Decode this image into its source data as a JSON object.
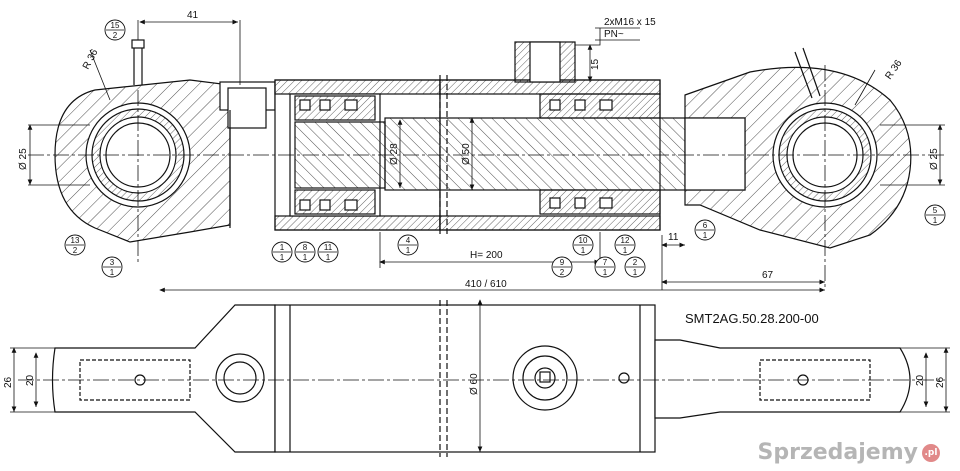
{
  "drawing": {
    "part_code": "SMT2AG.50.28.200-00",
    "dims": {
      "top_41": "41",
      "port_thread": "2xM16 x 15",
      "port_pn": "PN~",
      "port_15": "15",
      "r36_left": "R 36",
      "r36_right": "R 36",
      "dia25_left": "Ø 25",
      "dia25_right": "Ø 25",
      "dia28": "Ø 28",
      "dia50": "Ø 50",
      "stroke": "H= 200",
      "total": "410 / 610",
      "dim11": "11",
      "dim67": "67",
      "dia60": "Ø 60",
      "w26_left": "26",
      "w20_left": "20",
      "w20_right": "20",
      "w26_right": "26"
    },
    "balloons": [
      {
        "id": "b15",
        "top": "15",
        "bot": "2"
      },
      {
        "id": "b13",
        "top": "13",
        "bot": "2"
      },
      {
        "id": "b3",
        "top": "3",
        "bot": "1"
      },
      {
        "id": "b1",
        "top": "1",
        "bot": "1"
      },
      {
        "id": "b8",
        "top": "8",
        "bot": "1"
      },
      {
        "id": "b11",
        "top": "11",
        "bot": "1"
      },
      {
        "id": "b4",
        "top": "4",
        "bot": "1"
      },
      {
        "id": "b9",
        "top": "9",
        "bot": "2"
      },
      {
        "id": "b10",
        "top": "10",
        "bot": "1"
      },
      {
        "id": "b7",
        "top": "7",
        "bot": "1"
      },
      {
        "id": "b12",
        "top": "12",
        "bot": "1"
      },
      {
        "id": "b2",
        "top": "2",
        "bot": "1"
      },
      {
        "id": "b6",
        "top": "6",
        "bot": "1"
      },
      {
        "id": "b5",
        "top": "5",
        "bot": "1"
      }
    ]
  },
  "watermark": {
    "text": "Sprzedajemy",
    "suffix": ".pl"
  }
}
